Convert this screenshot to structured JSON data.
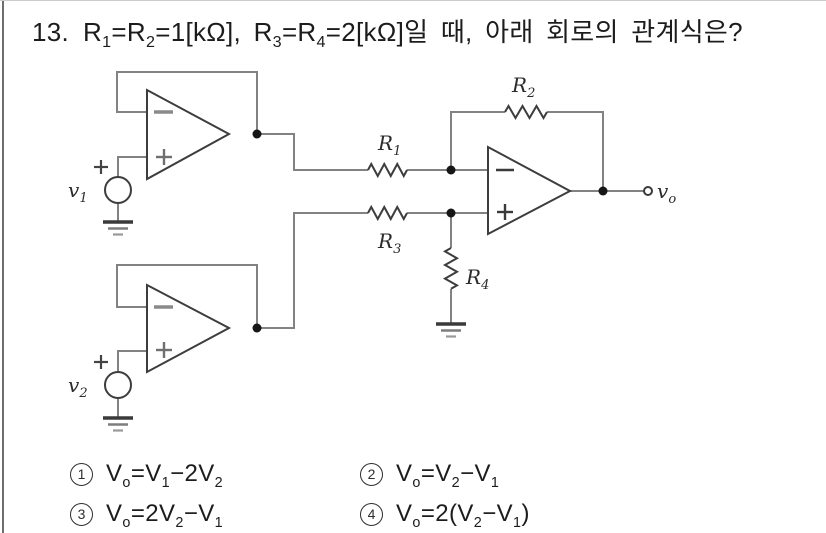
{
  "page": {
    "background": "#ffffff",
    "border_left_color": "#6e6e6e",
    "border_top_color": "#cccccc"
  },
  "question": {
    "text": "13. R1=R2=1[kΩ], R3=R4=2[kΩ]일 때, 아래 회로의 관계식은?",
    "seg": {
      "num": "13.",
      "t1": "R",
      "t1s": "1",
      "t2": "=R",
      "t2s": "2",
      "t3": "=1[kΩ], R",
      "t3s": "3",
      "t4": "=R",
      "t4s": "4",
      "t5": "=2[kΩ]일 때, 아래 회로의 관계식은?"
    }
  },
  "circuit": {
    "labels": {
      "r1": {
        "m": "R",
        "s": "1"
      },
      "r2": {
        "m": "R",
        "s": "2"
      },
      "r3": {
        "m": "R",
        "s": "3"
      },
      "r4": {
        "m": "R",
        "s": "4"
      },
      "v1": {
        "m": "v",
        "s": "1"
      },
      "v2": {
        "m": "v",
        "s": "2"
      },
      "vo": {
        "m": "v",
        "s": "o"
      }
    },
    "colors": {
      "wire": "#828282",
      "component": "#3d3d3d",
      "junction": "#161616"
    }
  },
  "options": [
    {
      "num": "1",
      "f0": "V",
      "s0": "o",
      "f1": "=V",
      "s1": "1",
      "f2": "−2V",
      "s2": "2",
      "f3": ""
    },
    {
      "num": "2",
      "f0": "V",
      "s0": "o",
      "f1": "=V",
      "s1": "2",
      "f2": "−V",
      "s2": "1",
      "f3": ""
    },
    {
      "num": "3",
      "f0": "V",
      "s0": "o",
      "f1": "=2V",
      "s1": "2",
      "f2": "−V",
      "s2": "1",
      "f3": ""
    },
    {
      "num": "4",
      "f0": "V",
      "s0": "o",
      "f1": "=2(V",
      "s1": "2",
      "f2": "−V",
      "s2": "1",
      "f3": ")"
    }
  ]
}
